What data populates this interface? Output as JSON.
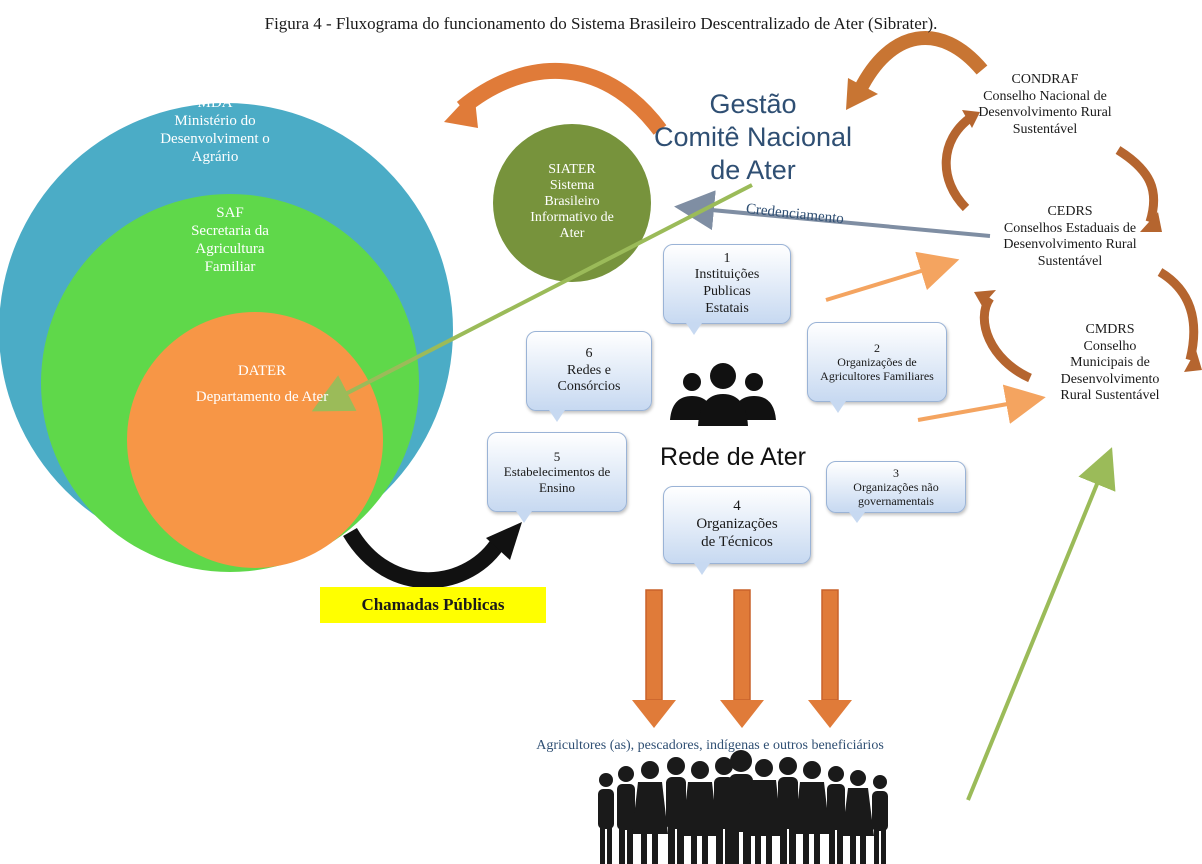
{
  "caption": "Figura 4 - Fluxograma do funcionamento do Sistema Brasileiro Descentralizado de Ater (Sibrater).",
  "circles": {
    "mda": {
      "acronym": "MDA",
      "name": "Ministério do Desenvolviment o Agrário",
      "color": "#4bacc6"
    },
    "saf": {
      "acronym": "SAF",
      "name": "Secretaria da Agricultura Familiar",
      "color": "#5fd84a"
    },
    "dater": {
      "acronym": "DATER",
      "name": "Departamento de Ater",
      "color": "#f79646"
    },
    "siater": {
      "acronym": "SIATER",
      "name": "Sistema Brasileiro Informativo de Ater",
      "color": "#77933c"
    }
  },
  "gestao": {
    "line1": "Gestão",
    "line2": "Comitê Nacional",
    "line3": "de Ater"
  },
  "councils": {
    "condraf": {
      "acronym": "CONDRAF",
      "name": "Conselho Nacional de Desenvolvimento Rural Sustentável"
    },
    "cedrs": {
      "acronym": "CEDRS",
      "name": "Conselhos Estaduais de Desenvolvimento Rural Sustentável"
    },
    "cmdrs": {
      "acronym": "CMDRS",
      "name": "Conselho Municipais de Desenvolvimento Rural Sustentável"
    }
  },
  "credenciamento": "Credenciamento",
  "network": {
    "title": "Rede de Ater",
    "items": [
      {
        "num": "1",
        "label": "Instituições Publicas Estatais"
      },
      {
        "num": "2",
        "label": "Organizações de Agricultores Familiares"
      },
      {
        "num": "3",
        "label": "Organizações não governamentais"
      },
      {
        "num": "4",
        "label": "Organizações de Técnicos"
      },
      {
        "num": "5",
        "label": "Estabelecimentos de Ensino"
      },
      {
        "num": "6",
        "label": "Redes e Consórcios"
      }
    ]
  },
  "chamadas": "Chamadas Públicas",
  "beneficiaries": "Agricultores (as), pescadores, indígenas e outros beneficiários",
  "colors": {
    "orange_arrow": "#e07b39",
    "brown_arrow": "#b5652f",
    "green_arrow": "#9bbb59",
    "gray_arrow": "#7f8ea3",
    "highlight": "#ffff00"
  }
}
